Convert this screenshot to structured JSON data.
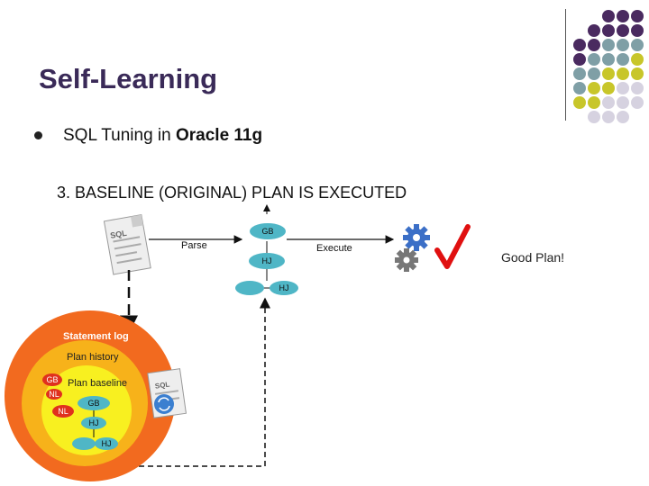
{
  "slide": {
    "title": "Self-Learning",
    "bullet_prefix": "SQL Tuning in ",
    "bullet_bold": "Oracle 11g",
    "step_heading": "3.   BASELINE (ORIGINAL) PLAN IS EXECUTED"
  },
  "flow": {
    "parse_label": "Parse",
    "execute_label": "Execute",
    "good_plan_label": "Good Plan!",
    "sql_doc_label": "SQL",
    "plan_tree": {
      "root": "GB",
      "mid": "HJ",
      "leaf": "HJ"
    }
  },
  "repository": {
    "statement_log": "Statement log",
    "plan_history": "Plan history",
    "plan_baseline": "Plan baseline",
    "sql_doc_label": "SQL",
    "history_nodes": [
      "GB",
      "NL",
      "NL"
    ],
    "baseline_tree": {
      "root": "GB",
      "mid": "HJ",
      "leaf": "HJ"
    }
  },
  "colors": {
    "purple": "#4a2a60",
    "teal": "#7f9fa6",
    "olive": "#c8c62a",
    "lavender": "#d6d2e0",
    "node_fill": "#4fb6c6",
    "check_red": "#e01010",
    "orange": "#f26a1f",
    "gold": "#f7b21a",
    "yellow": "#f8f020"
  }
}
